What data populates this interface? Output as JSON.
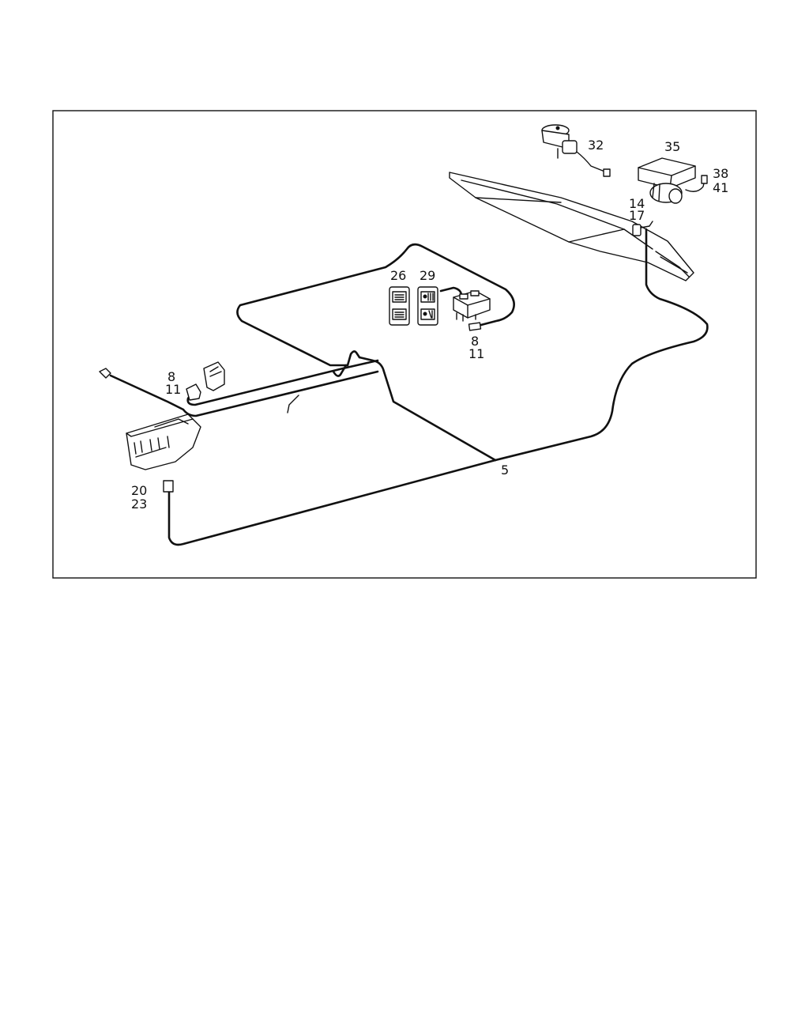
{
  "diagram": {
    "callouts": {
      "c32": "32",
      "c35": "35",
      "c38": "38",
      "c41": "41",
      "c14": "14",
      "c17": "17",
      "c26": "26",
      "c29": "29",
      "c8_right": "8",
      "c11_right": "11",
      "c8_left": "8",
      "c11_left": "11",
      "c20": "20",
      "c23": "23",
      "c5": "5"
    },
    "colors": {
      "line": "#111111",
      "background": "#ffffff"
    }
  }
}
